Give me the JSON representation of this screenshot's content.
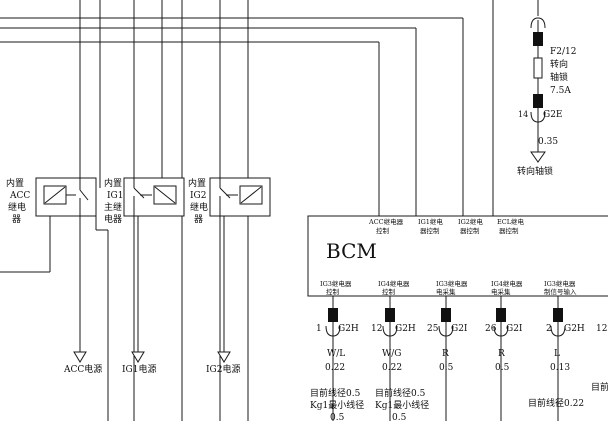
{
  "fuse": {
    "name": "F2/12",
    "desc_line1": "转向",
    "desc_line2": "轴锁",
    "rating": "7.5A",
    "pin_num": "14",
    "pin_code": "G2E",
    "wire_size": "0.35",
    "load_label": "转向轴锁"
  },
  "relays": [
    {
      "label_lines": [
        "内置",
        "ACC",
        "继电",
        "器"
      ],
      "ground_label": "ACC电源"
    },
    {
      "label_lines": [
        "内置",
        "IG1",
        "主继",
        "电器"
      ],
      "ground_label": "IG1电源"
    },
    {
      "label_lines": [
        "内置",
        "IG2",
        "继电",
        "器"
      ],
      "ground_label": "IG2电源"
    }
  ],
  "bcm": {
    "title": "BCM",
    "top_pins": [
      {
        "line1": "ACC继电器",
        "line2": "控制"
      },
      {
        "line1": "IG1继电",
        "line2": "器控制"
      },
      {
        "line1": "IG2继电",
        "line2": "器控制"
      },
      {
        "line1": "ECL继电",
        "line2": "器控制"
      }
    ],
    "bottom_pins": [
      {
        "line1": "IG3继电器",
        "line2": "控制",
        "num": "1",
        "code": "G2H",
        "color": "W/L",
        "size": "0.22"
      },
      {
        "line1": "IG4继电器",
        "line2": "控制",
        "num": "12",
        "code": "G2H",
        "color": "W/G",
        "size": "0.22"
      },
      {
        "line1": "IG3继电器",
        "line2": "电采集",
        "num": "25",
        "code": "G2I",
        "color": "R",
        "size": "0.5"
      },
      {
        "line1": "IG4继电器",
        "line2": "电采集",
        "num": "26",
        "code": "G2I",
        "color": "R",
        "size": "0.5"
      },
      {
        "line1": "IG3继电器",
        "line2": "制信号输入",
        "num": "2",
        "code": "G2H",
        "color": "L",
        "size": "0.13"
      }
    ],
    "extra_pin_num": "12"
  },
  "notes": [
    {
      "line1": "目前线径0.5",
      "line2": "Kg1最小线径",
      "line3": "0.5"
    },
    {
      "line1": "目前线径0.5",
      "line2": "Kg1最小线径",
      "line3": "0.5"
    },
    {
      "line1": "目前线径0.22"
    },
    {
      "line1": "目前"
    }
  ]
}
